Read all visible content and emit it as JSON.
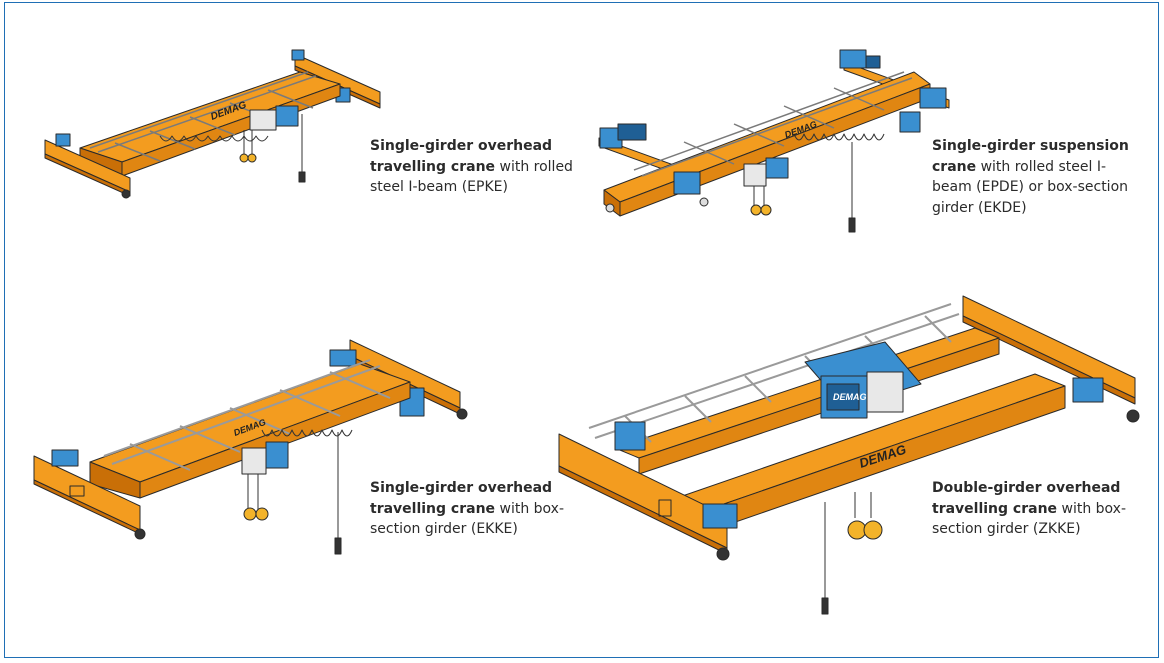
{
  "brand": "DEMAG",
  "colors": {
    "girder": "#f39c1f",
    "girder_dark": "#c96f07",
    "girder_shadow": "#e08612",
    "hoist_blue": "#3a8fd0",
    "hoist_blue_dark": "#1f5f95",
    "outline": "#2a2a2a",
    "frame": "#1f6fb5",
    "rail": "#d7d7d7"
  },
  "cranes": [
    {
      "illustration_icon": "single-girder-overhead-crane-rolled-beam-icon",
      "bold": "Single-girder overhead travelling crane",
      "rest": " with rolled steel I-beam (EPKE)"
    },
    {
      "illustration_icon": "single-girder-suspension-crane-icon",
      "bold": "Single-girder suspension crane",
      "rest": " with rolled steel I-beam (EPDE) or box-section girder (EKDE)"
    },
    {
      "illustration_icon": "single-girder-overhead-crane-box-section-icon",
      "bold": "Single-girder overhead travelling crane",
      "rest": " with box-section girder (EKKE)"
    },
    {
      "illustration_icon": "double-girder-overhead-crane-icon",
      "bold": "Double-girder overhead travelling crane",
      "rest": " with box-section girder (ZKKE)"
    }
  ]
}
